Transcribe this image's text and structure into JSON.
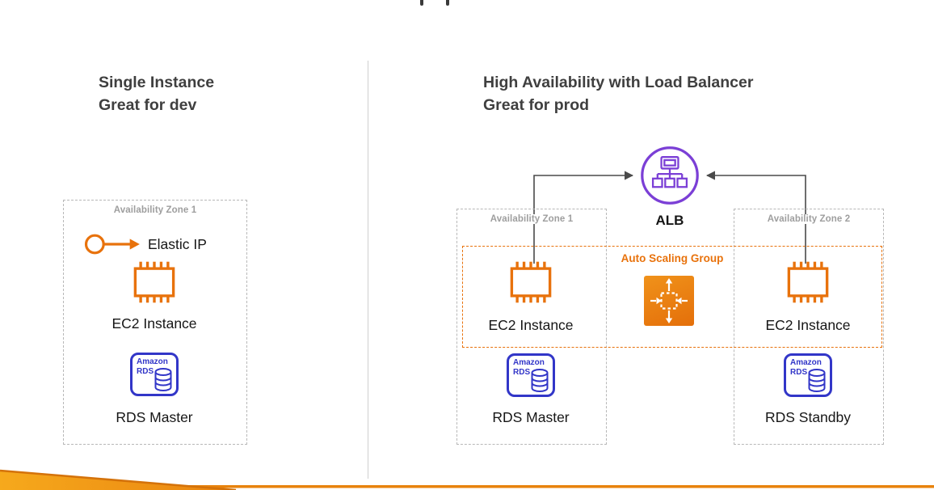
{
  "colors": {
    "aws_orange": "#E8720C",
    "rds_blue": "#3236C8",
    "alb_purple": "#7B3FD6",
    "az_border_gray": "#B8B8B8",
    "az_label_gray": "#9E9E9E",
    "connector_gray": "#4A4A4A",
    "ribbon_orange": "#E8830D"
  },
  "rds_icon": {
    "line1": "Amazon",
    "line2": "RDS"
  },
  "left": {
    "title_line1": "Single Instance",
    "title_line2": "Great for dev",
    "az_label": "Availability Zone 1",
    "elastic_ip_label": "Elastic IP",
    "ec2_label": "EC2 Instance",
    "rds_label": "RDS Master"
  },
  "right": {
    "title_line1": "High Availability with Load Balancer",
    "title_line2": "Great for prod",
    "alb_label": "ALB",
    "asg_label": "Auto Scaling Group",
    "az1": {
      "label": "Availability Zone 1",
      "ec2_label": "EC2 Instance",
      "rds_label": "RDS Master"
    },
    "az2": {
      "label": "Availability Zone 2",
      "ec2_label": "EC2 Instance",
      "rds_label": "RDS Standby"
    }
  }
}
